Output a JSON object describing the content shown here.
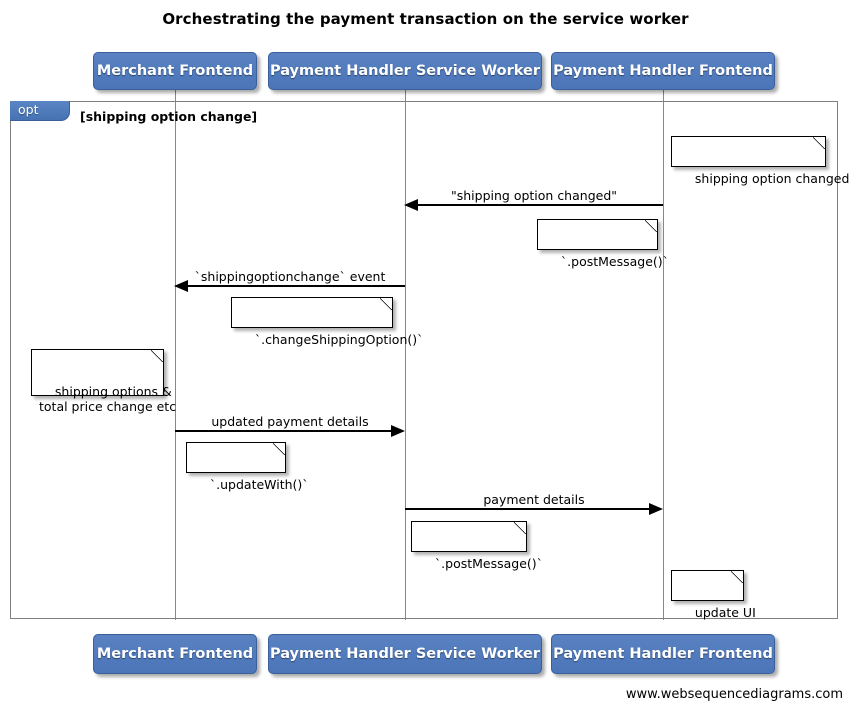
{
  "diagram": {
    "title": "Orchestrating the payment transaction on the service worker",
    "tool_credit": "www.websequencediagrams.com",
    "accent_color": "#4f81bd",
    "frame": {
      "type": "opt",
      "label": "opt",
      "guard": "[shipping option change]"
    },
    "participants": [
      {
        "id": "merchant-frontend",
        "label": "Merchant Frontend"
      },
      {
        "id": "payment-handler-service-worker",
        "label": "Payment Handler Service Worker"
      },
      {
        "id": "payment-handler-frontend",
        "label": "Payment Handler Frontend"
      }
    ],
    "participants_bottom": [
      {
        "id": "merchant-frontend",
        "label": "Merchant Frontend"
      },
      {
        "id": "payment-handler-service-worker",
        "label": "Payment Handler Service Worker"
      },
      {
        "id": "payment-handler-frontend",
        "label": "Payment Handler Frontend"
      }
    ],
    "messages": [
      {
        "id": "msg-shipping-option-changed",
        "label": "\"shipping option changed\"",
        "from": "payment-handler-frontend",
        "to": "payment-handler-service-worker",
        "direction": "left"
      },
      {
        "id": "msg-shippingoptionchange-event",
        "label": "`shippingoptionchange` event",
        "from": "payment-handler-service-worker",
        "to": "merchant-frontend",
        "direction": "left"
      },
      {
        "id": "msg-updated-payment-details",
        "label": "updated payment details",
        "from": "merchant-frontend",
        "to": "payment-handler-service-worker",
        "direction": "right"
      },
      {
        "id": "msg-payment-details",
        "label": "payment details",
        "from": "payment-handler-service-worker",
        "to": "payment-handler-frontend",
        "direction": "right"
      }
    ],
    "notes": [
      {
        "id": "note-shipping-option-changed",
        "text": "shipping option changed",
        "over": "payment-handler-frontend"
      },
      {
        "id": "note-post-message-1",
        "text": "`.postMessage()`",
        "over": "payment-handler-frontend"
      },
      {
        "id": "note-change-shipping-option",
        "text": "`.changeShippingOption()`",
        "over": "payment-handler-service-worker"
      },
      {
        "id": "note-shipping-options-total-price",
        "text": "shipping options &\ntotal price change etc",
        "over": "merchant-frontend"
      },
      {
        "id": "note-update-with",
        "text": "`.updateWith()`",
        "over": "merchant-frontend"
      },
      {
        "id": "note-post-message-2",
        "text": "`.postMessage()`",
        "over": "payment-handler-service-worker"
      },
      {
        "id": "note-update-ui",
        "text": "update UI",
        "over": "payment-handler-frontend"
      }
    ]
  }
}
